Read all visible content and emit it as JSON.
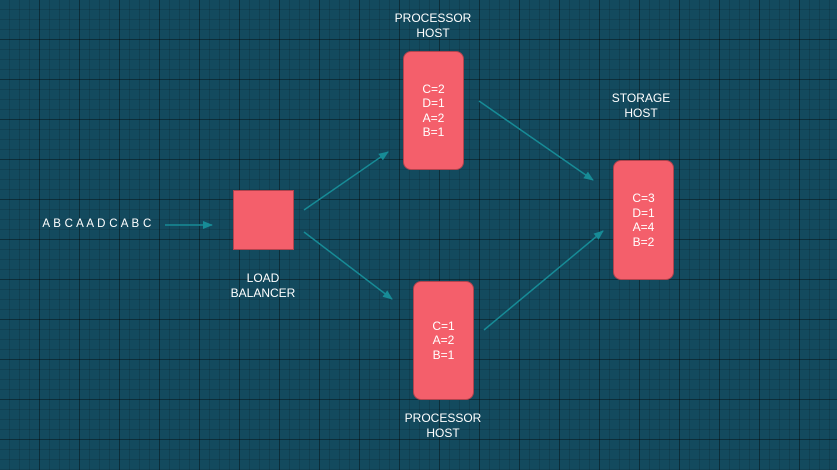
{
  "input_stream": "A B C A A D C A B C",
  "load_balancer": {
    "label_line1": "LOAD",
    "label_line2": "BALANCER"
  },
  "processor_top": {
    "label_line1": "PROCESSOR",
    "label_line2": "HOST",
    "counts": [
      "C=2",
      "D=1",
      "A=2",
      "B=1"
    ]
  },
  "processor_bottom": {
    "label_line1": "PROCESSOR",
    "label_line2": "HOST",
    "counts": [
      "C=1",
      "A=2",
      "B=1"
    ]
  },
  "storage": {
    "label_line1": "STORAGE",
    "label_line2": "HOST",
    "counts": [
      "C=3",
      "D=1",
      "A=4",
      "B=2"
    ]
  },
  "colors": {
    "background": "#134a5e",
    "node_fill": "#f45f6b",
    "arrow": "#178b96",
    "text": "#ffffff"
  }
}
